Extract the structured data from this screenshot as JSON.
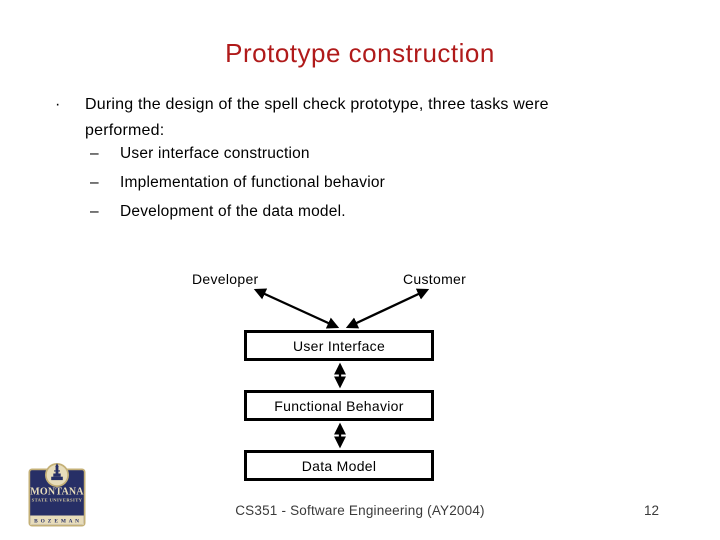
{
  "slide": {
    "title": "Prototype construction",
    "bullet_marker": "·",
    "bullet_text": "During the design of the spell check prototype, three tasks were performed:",
    "sub_bullet_marker": "–",
    "sub_bullets": [
      "User interface construction",
      "Implementation of functional behavior",
      "Development of the data model."
    ]
  },
  "diagram": {
    "actors": [
      {
        "label": "Developer"
      },
      {
        "label": "Customer"
      }
    ],
    "boxes": [
      {
        "label": "User Interface"
      },
      {
        "label": "Functional Behavior"
      },
      {
        "label": "Data Model"
      }
    ]
  },
  "footer": {
    "course": "CS351 - Software Engineering (AY2004)",
    "page_number": "12"
  },
  "logo": {
    "name": "MONTANA",
    "subtitle": "STATE UNIVERSITY",
    "city": "B O Z E M A N"
  },
  "colors": {
    "title_red": "#b01a1a",
    "text_black": "#000000",
    "footer_gray": "#3a3a3a",
    "logo_navy": "#272f66",
    "logo_cream": "#e8ddbb",
    "logo_gold": "#c4b077"
  }
}
